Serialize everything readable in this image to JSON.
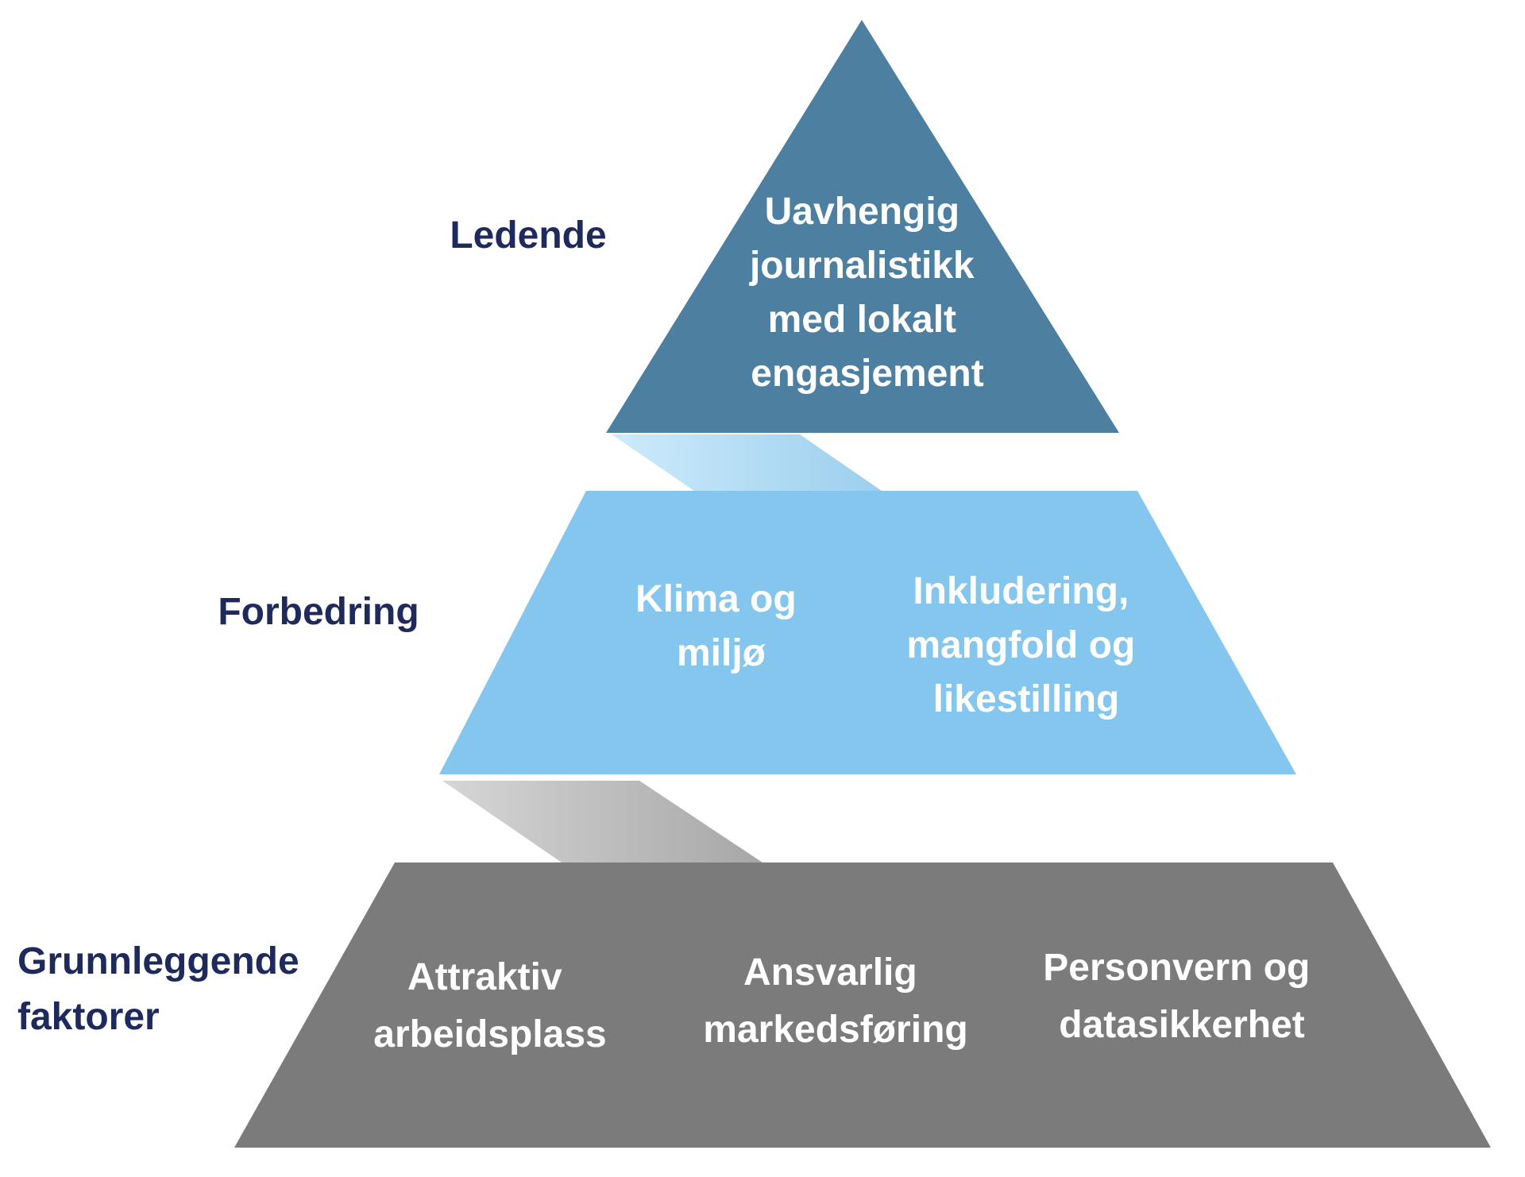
{
  "colors": {
    "label": "#1f2a5c",
    "tier_top": "#4d7fa0",
    "tier_middle": "#85c6ef",
    "tier_base": "#7b7b7b",
    "connector_top": "#b0dcf5",
    "connector_base": "#bcbcbc",
    "tier_text": "#ffffff"
  },
  "levels": [
    {
      "label": [
        "Ledende"
      ],
      "items": [
        [
          "Uavhengig",
          "journalistikk",
          "med lokalt",
          "engasjement"
        ]
      ]
    },
    {
      "label": [
        "Forbedring"
      ],
      "items": [
        [
          "Klima og",
          "miljø"
        ],
        [
          "Inkludering,",
          "mangfold og",
          "likestilling"
        ]
      ]
    },
    {
      "label": [
        "Grunnleggende",
        "faktorer"
      ],
      "items": [
        [
          "Attraktiv",
          "arbeidsplass"
        ],
        [
          "Ansvarlig",
          "markedsføring"
        ],
        [
          "Personvern og",
          "datasikkerhet"
        ]
      ]
    }
  ]
}
